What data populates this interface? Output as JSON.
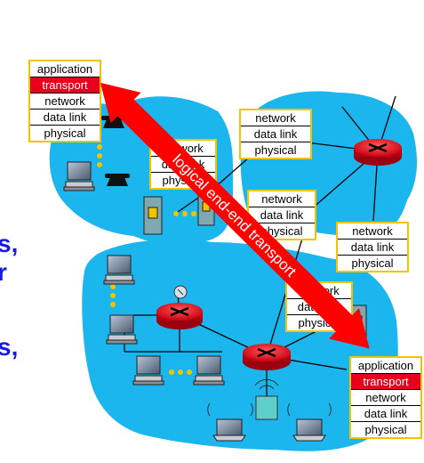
{
  "host_left": {
    "layers": [
      {
        "label": "application",
        "highlight": false
      },
      {
        "label": "transport",
        "highlight": true
      },
      {
        "label": "network",
        "highlight": false
      },
      {
        "label": "data link",
        "highlight": false
      },
      {
        "label": "physical",
        "highlight": false
      }
    ]
  },
  "host_right": {
    "layers": [
      {
        "label": "application",
        "highlight": false
      },
      {
        "label": "transport",
        "highlight": true
      },
      {
        "label": "network",
        "highlight": false
      },
      {
        "label": "data link",
        "highlight": false
      },
      {
        "label": "physical",
        "highlight": false
      }
    ]
  },
  "router_stacks": [
    {
      "layers": [
        "network",
        "data link",
        "physical"
      ]
    },
    {
      "layers": [
        "network",
        "data link",
        "physical"
      ]
    },
    {
      "layers": [
        "network",
        "data link",
        "physical"
      ]
    },
    {
      "layers": [
        "network",
        "data link",
        "physical"
      ]
    },
    {
      "layers": [
        "network",
        "data link",
        "physical"
      ]
    }
  ],
  "arrow_label": "logical end-end transport",
  "clipped_text": [
    "s,",
    "r",
    "s,"
  ],
  "colors": {
    "cloud": "#1bb6ee",
    "router": "#e8001c",
    "arrow": "#ff0000",
    "highlight": "#e8001c",
    "stack_border": "#f2c400",
    "side_text": "#1a1ae0"
  },
  "icons": [
    "router-icon",
    "desktop-computer-icon",
    "telephone-icon",
    "server-tower-icon",
    "laptop-icon",
    "satellite-dish-icon",
    "wireless-access-point-icon"
  ]
}
